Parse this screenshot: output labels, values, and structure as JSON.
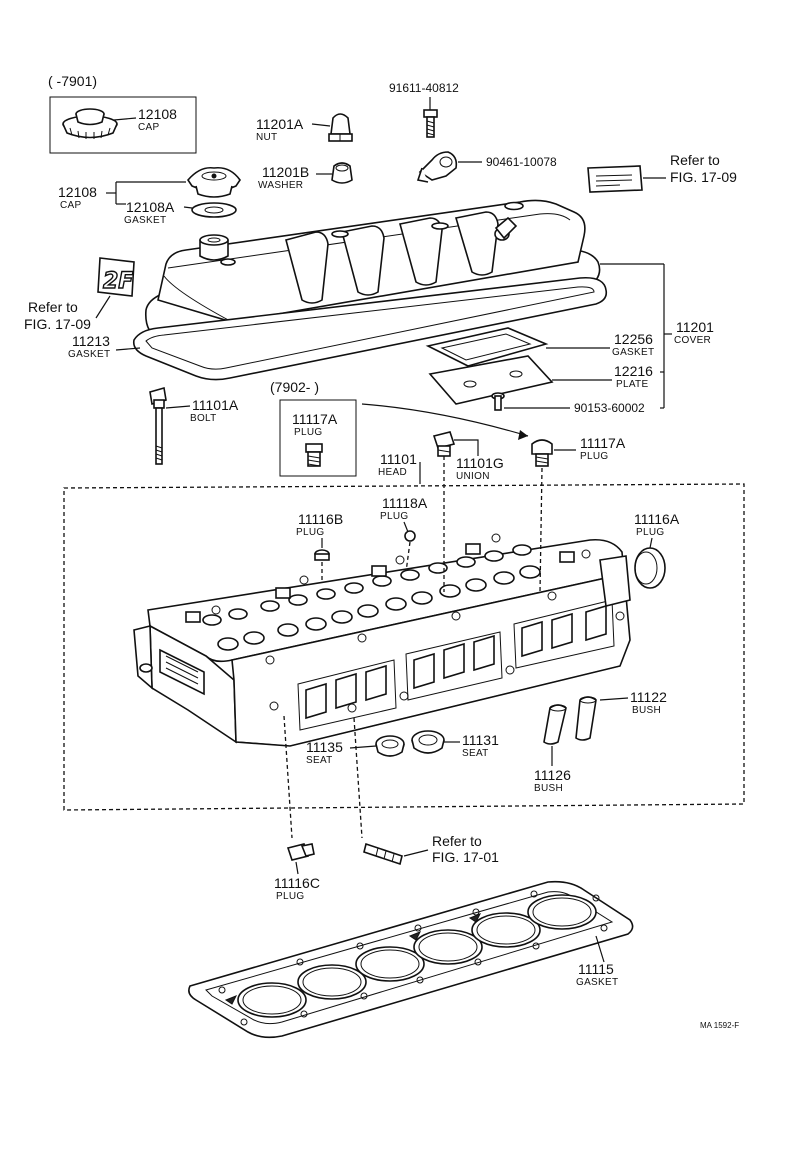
{
  "variants": {
    "before": "(      -7901)",
    "after": "(7902-      )"
  },
  "parts": {
    "p12108_top": {
      "number": "12108",
      "name": "CAP"
    },
    "p11201A": {
      "number": "11201A",
      "name": "NUT"
    },
    "p91611": {
      "number": "91611-40812"
    },
    "p11201B": {
      "number": "11201B",
      "name": "WASHER"
    },
    "p90461": {
      "number": "90461-10078"
    },
    "p12108": {
      "number": "12108",
      "name": "CAP"
    },
    "p12108A": {
      "number": "12108A",
      "name": "GASKET"
    },
    "p11213": {
      "number": "11213",
      "name": "GASKET"
    },
    "p12256": {
      "number": "12256",
      "name": "GASKET"
    },
    "p11201": {
      "number": "11201",
      "name": "COVER"
    },
    "p12216": {
      "number": "12216",
      "name": "PLATE"
    },
    "p90153": {
      "number": "90153-60002"
    },
    "p11101A": {
      "number": "11101A",
      "name": "BOLT"
    },
    "p11117A_box": {
      "number": "11117A",
      "name": "PLUG"
    },
    "p11117A": {
      "number": "11117A",
      "name": "PLUG"
    },
    "p11101": {
      "number": "11101",
      "name": "HEAD"
    },
    "p11101G": {
      "number": "11101G",
      "name": "UNION"
    },
    "p11118A": {
      "number": "11118A",
      "name": "PLUG"
    },
    "p11116B": {
      "number": "11116B",
      "name": "PLUG"
    },
    "p11116A": {
      "number": "11116A",
      "name": "PLUG"
    },
    "p11122": {
      "number": "11122",
      "name": "BUSH"
    },
    "p11135": {
      "number": "11135",
      "name": "SEAT"
    },
    "p11131": {
      "number": "11131",
      "name": "SEAT"
    },
    "p11126": {
      "number": "11126",
      "name": "BUSH"
    },
    "p11116C": {
      "number": "11116C",
      "name": "PLUG"
    },
    "p11115": {
      "number": "11115",
      "name": "GASKET"
    }
  },
  "refs": {
    "r1": {
      "line1": "Refer to",
      "line2": "FIG. 17-09"
    },
    "r2": {
      "line1": "Refer to",
      "line2": "FIG. 17-09"
    },
    "r3": {
      "line1": "Refer to",
      "line2": "FIG. 17-01"
    }
  },
  "emblem": "2F",
  "footer_code": "MA  1592-F"
}
